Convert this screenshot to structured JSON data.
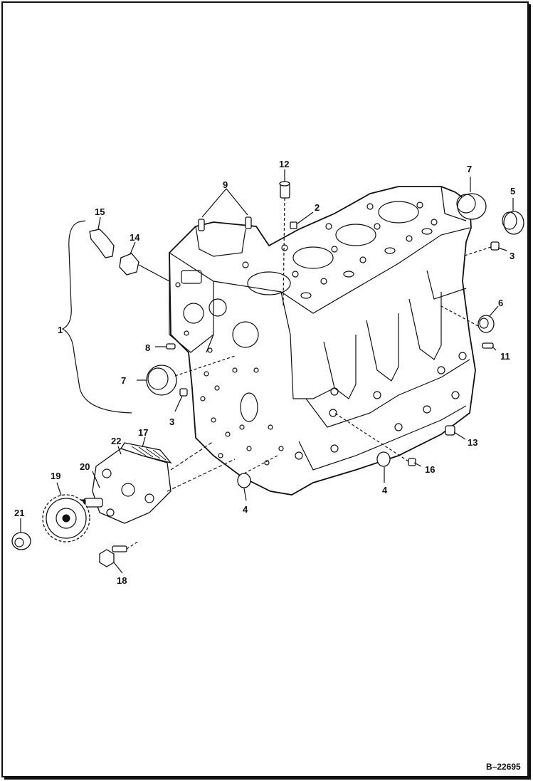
{
  "figure_reference": "B–22695",
  "callouts": [
    {
      "id": "c1",
      "text": "1"
    },
    {
      "id": "c2",
      "text": "2"
    },
    {
      "id": "c3a",
      "text": "3"
    },
    {
      "id": "c3b",
      "text": "3"
    },
    {
      "id": "c4a",
      "text": "4"
    },
    {
      "id": "c4b",
      "text": "4"
    },
    {
      "id": "c5",
      "text": "5"
    },
    {
      "id": "c6",
      "text": "6"
    },
    {
      "id": "c7a",
      "text": "7"
    },
    {
      "id": "c7b",
      "text": "7"
    },
    {
      "id": "c8",
      "text": "8"
    },
    {
      "id": "c9",
      "text": "9"
    },
    {
      "id": "c11",
      "text": "11"
    },
    {
      "id": "c12",
      "text": "12"
    },
    {
      "id": "c13",
      "text": "13"
    },
    {
      "id": "c14",
      "text": "14"
    },
    {
      "id": "c15",
      "text": "15"
    },
    {
      "id": "c16",
      "text": "16"
    },
    {
      "id": "c17",
      "text": "17"
    },
    {
      "id": "c18",
      "text": "18"
    },
    {
      "id": "c19",
      "text": "19"
    },
    {
      "id": "c20",
      "text": "20"
    },
    {
      "id": "c21",
      "text": "21"
    },
    {
      "id": "c22",
      "text": "22"
    }
  ]
}
